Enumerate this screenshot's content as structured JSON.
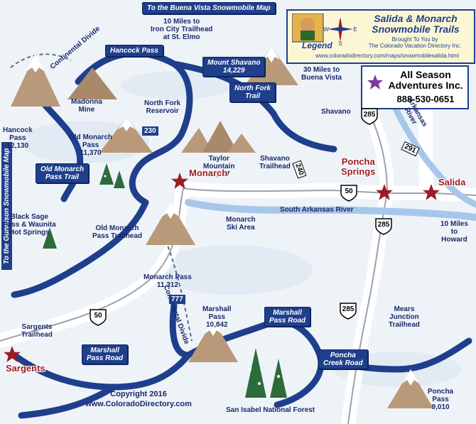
{
  "legend": {
    "title_line1": "Salida & Monarch",
    "title_line2": "Snowmobile Trails",
    "subtitle_line1": "Brought To You by",
    "subtitle_line2": "The Colorado Vacation Directory Inc.",
    "url": "www.coloradodirectory.com/maps/snowmobilesalida.html",
    "word": "Legend",
    "compass": {
      "n": "N",
      "s": "S",
      "e": "E",
      "w": "W"
    }
  },
  "advertiser": {
    "name_line1": "All Season",
    "name_line2": "Adventures Inc.",
    "phone": "888-530-0651"
  },
  "edge_signs": {
    "buena_vista_map": "To the Buena Vista Snowmobile Map",
    "gunnison_map": "To the Gunnison Snowmobile Map"
  },
  "trail_signs": {
    "hancock_pass": "Hancock Pass",
    "mount_shavano_line1": "Mount Shavano",
    "mount_shavano_line2": "14,229",
    "north_fork_line1": "North Fork",
    "north_fork_line2": "Trail",
    "old_monarch_line1": "Old Monarch",
    "old_monarch_line2": "Pass Trail",
    "marshall_pass_road_left_line1": "Marshall",
    "marshall_pass_road_left_line2": "Pass Road",
    "marshall_pass_road_mid_line1": "Marshall",
    "marshall_pass_road_mid_line2": "Pass Road",
    "poncha_creek_line1": "Poncha",
    "poncha_creek_line2": "Creek Road"
  },
  "labels": {
    "continental_divide_top": "Continental Divide",
    "continental_divide_mid": "Continental Divide",
    "iron_city_line1": "10 Miles to",
    "iron_city_line2": "Iron City Trailhead",
    "iron_city_line3": "at St. Elmo",
    "buena_vista_line1": "30 Miles to",
    "buena_vista_line2": "Buena Vista",
    "hancock_line1": "Hancock",
    "hancock_line2": "Pass",
    "hancock_line3": "12,130",
    "madonna_line1": "Madonna",
    "madonna_line2": "Mine",
    "north_fork_res_line1": "North Fork",
    "north_fork_res_line2": "Reservoir",
    "shavano": "Shavano",
    "old_monarch_pass_line1": "Old Monarch",
    "old_monarch_pass_line2": "Pass",
    "old_monarch_pass_line3": "11,370",
    "taylor_line1": "Taylor",
    "taylor_line2": "Mountain",
    "taylor_line3": "13,657",
    "shavano_th_line1": "Shavano",
    "shavano_th_line2": "Trailhead",
    "arkansas_river_line1": "Arkansas",
    "arkansas_river_line2": "River",
    "black_sage_line1": "Black Sage",
    "black_sage_line2": "Pass & Waunita",
    "black_sage_line3": "Hot Springs",
    "old_monarch_th_line1": "Old Monarch",
    "old_monarch_th_line2": "Pass Trailhead",
    "monarch_ski_line1": "Monarch",
    "monarch_ski_line2": "Ski Area",
    "south_arkansas": "South Arkansas River",
    "howard_line1": "10 Miles",
    "howard_line2": "to",
    "howard_line3": "Howard",
    "monarch_pass_line1": "Monarch Pass",
    "monarch_pass_line2": "11,312",
    "marshall_pass_line1": "Marshall",
    "marshall_pass_line2": "Pass",
    "marshall_pass_line3": "10,842",
    "mears_line1": "Mears",
    "mears_line2": "Junction",
    "mears_line3": "Trailhead",
    "sargents_th_line1": "Sargents",
    "sargents_th_line2": "Trailhead",
    "san_isabel": "San Isabel National Forest",
    "poncha_pass_line1": "Poncha",
    "poncha_pass_line2": "Pass",
    "poncha_pass_line3": "9,010"
  },
  "towns": {
    "monarch": "Monarch",
    "poncha_springs_line1": "Poncha",
    "poncha_springs_line2": "Springs",
    "salida": "Salida",
    "sargents": "Sargents"
  },
  "routes": {
    "us50_a": "50",
    "us50_b": "50",
    "us285_a": "285",
    "us285_b": "285",
    "us285_c": "285",
    "cr230": "230",
    "cr240": "240",
    "cr291": "291",
    "fr777": "777"
  },
  "copyright": {
    "line1": "Copyright  2016",
    "line2": "www.ColoradoDirectory.com"
  },
  "colors": {
    "trail_blue": "#1f3f8c",
    "town_red": "#9c1c24",
    "road_gray": "#9aa3ad",
    "snow": "#eef3f8"
  }
}
